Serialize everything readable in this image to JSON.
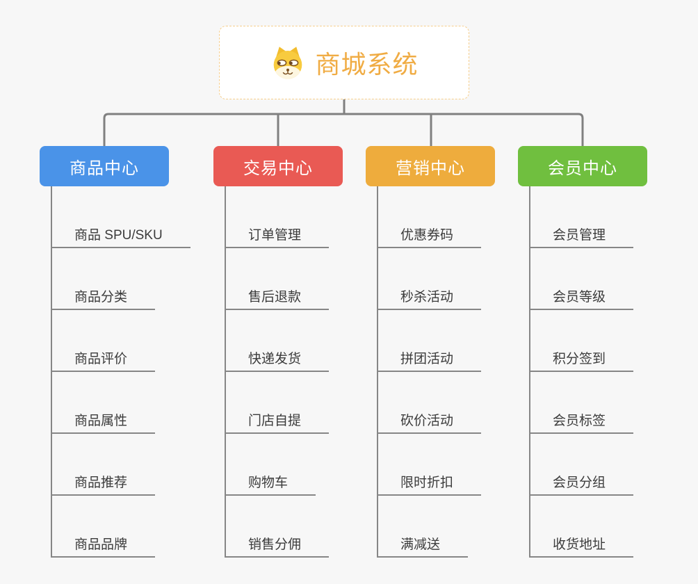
{
  "page": {
    "background_color": "#f7f7f7",
    "connector_color": "#808080",
    "item_line_color": "#868686",
    "item_text_color": "#3b3b3b"
  },
  "root": {
    "title": "商城系统",
    "icon": "doge-face-icon",
    "text_color": "#f0ac44",
    "border_color": "#f6ce8c"
  },
  "branches": [
    {
      "label": "商品中心",
      "color": "#4a93e8",
      "items": [
        "商品 SPU/SKU",
        "商品分类",
        "商品评价",
        "商品属性",
        "商品推荐",
        "商品品牌"
      ]
    },
    {
      "label": "交易中心",
      "color": "#e95a54",
      "items": [
        "订单管理",
        "售后退款",
        "快递发货",
        "门店自提",
        "购物车",
        "销售分佣"
      ]
    },
    {
      "label": "营销中心",
      "color": "#eeac3d",
      "items": [
        "优惠券码",
        "秒杀活动",
        "拼团活动",
        "砍价活动",
        "限时折扣",
        "满减送"
      ]
    },
    {
      "label": "会员中心",
      "color": "#70bf3f",
      "items": [
        "会员管理",
        "会员等级",
        "积分签到",
        "会员标签",
        "会员分组",
        "收货地址"
      ]
    }
  ]
}
